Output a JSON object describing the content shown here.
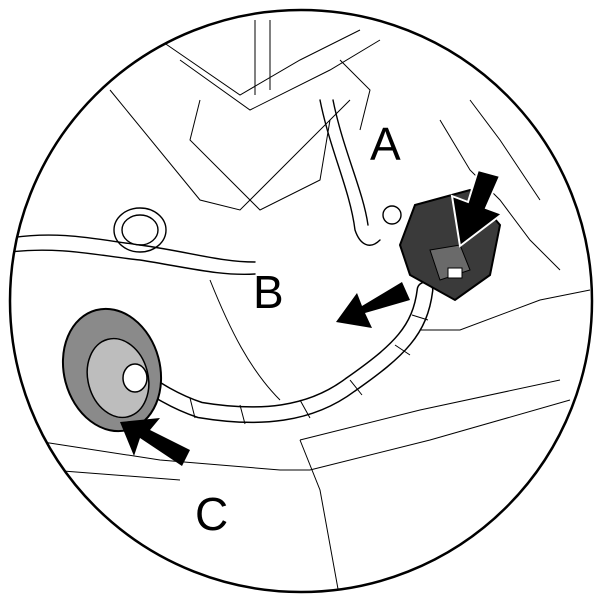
{
  "labels": {
    "a": "A",
    "b": "B",
    "c": "C"
  },
  "colors": {
    "grommet": "#8a8a8a",
    "connector": "#3a3a3a",
    "line": "#000000",
    "background": "#ffffff"
  }
}
